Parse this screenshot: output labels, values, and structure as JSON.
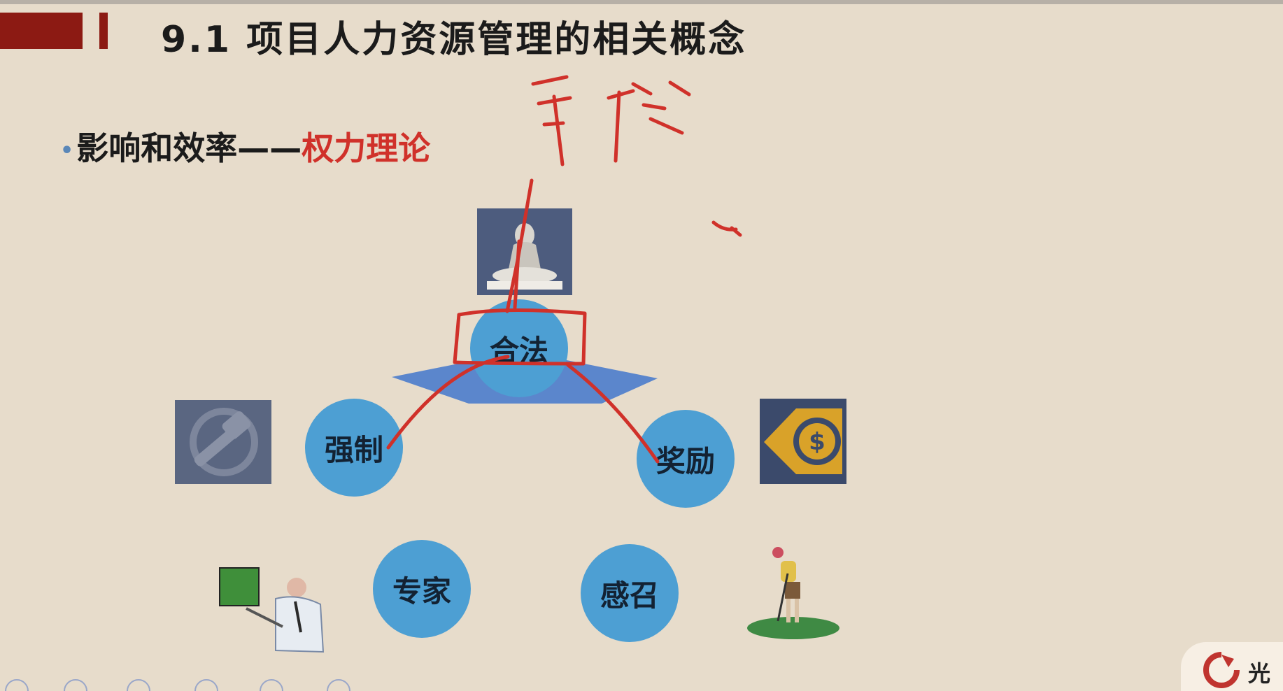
{
  "slide": {
    "title": "9.1 项目人力资源管理的相关概念",
    "bullet_prefix": "影响和效率——",
    "bullet_highlight": "权力理论",
    "accent_color": "#8c1a13",
    "highlight_color": "#d0312a",
    "circle_color": "#4d9fd3"
  },
  "powers": {
    "legitimate": "合法",
    "coercive": "强制",
    "reward": "奖励",
    "expert": "专家",
    "referent": "感召"
  },
  "icons": {
    "legitimate": "buddha-statue-icon",
    "coercive": "hammer-icon",
    "reward": "dollar-icon",
    "expert": "teacher-icon",
    "referent": "golfer-icon"
  },
  "logo": {
    "text": "光"
  }
}
